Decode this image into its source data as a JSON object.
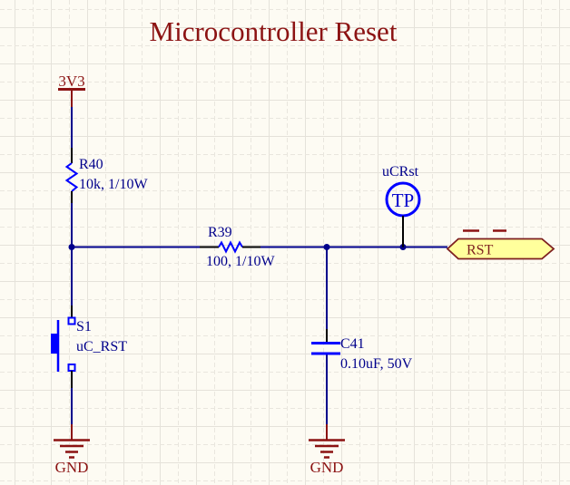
{
  "title": "Microcontroller Reset",
  "nets": {
    "power_rail": "3V3",
    "ground_left": "GND",
    "ground_right": "GND"
  },
  "components": {
    "r40": {
      "designator": "R40",
      "value": "10k, 1/10W"
    },
    "r39": {
      "designator": "R39",
      "value": "100, 1/10W"
    },
    "c41": {
      "designator": "C41",
      "value": "0.10uF, 50V"
    },
    "s1": {
      "designator": "S1",
      "value": "uC_RST"
    },
    "tp1": {
      "net_label": "uCRst",
      "symbol_text": "TP"
    }
  },
  "port": {
    "label": "RST"
  },
  "colors": {
    "background": "#FDFBF3",
    "grid_major": "#E5E2DA",
    "grid_minor": "#E9E6DE",
    "wire": "#00008B",
    "component_blue": "#0000FF",
    "annotation_blue": "#00008B",
    "dark_red": "#8B1212",
    "port_fill": "#FFFF9C",
    "port_border": "#7D1F1F",
    "pin_lead": "#000000"
  }
}
